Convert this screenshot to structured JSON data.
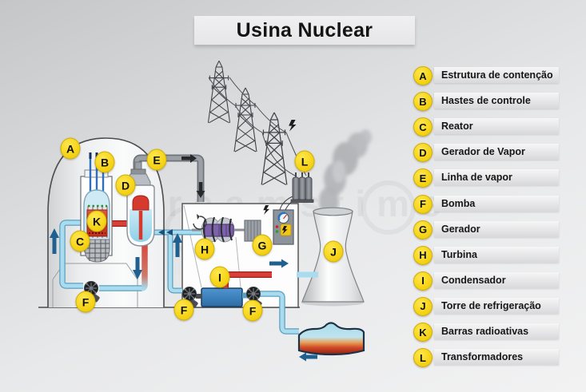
{
  "title": "Usina Nuclear",
  "watermark": "dreamstime",
  "colors": {
    "badge_yellow": "#f6d51a",
    "hot_pipe_red": "#d84038",
    "cold_pipe_blue": "#a8d8ec",
    "steam_pipe_gray": "#9aa0a6",
    "condenser_blue": "#3f87c9",
    "turbine_purple": "#7e61ab",
    "arrow_blue": "#1f6090"
  },
  "legend": {
    "items": [
      {
        "letter": "A",
        "label": "Estrutura de contenção"
      },
      {
        "letter": "B",
        "label": "Hastes de controle"
      },
      {
        "letter": "C",
        "label": "Reator"
      },
      {
        "letter": "D",
        "label": "Gerador de Vapor"
      },
      {
        "letter": "E",
        "label": "Linha de vapor"
      },
      {
        "letter": "F",
        "label": "Bomba"
      },
      {
        "letter": "G",
        "label": "Gerador"
      },
      {
        "letter": "H",
        "label": "Turbina"
      },
      {
        "letter": "I",
        "label": "Condensador"
      },
      {
        "letter": "J",
        "label": "Torre de refrigeração"
      },
      {
        "letter": "K",
        "label": "Barras radioativas"
      },
      {
        "letter": "L",
        "label": "Transformadores"
      }
    ]
  },
  "diagram": {
    "badges": [
      {
        "letter": "A",
        "ref": "containment-structure"
      },
      {
        "letter": "B",
        "ref": "control-rods"
      },
      {
        "letter": "C",
        "ref": "reactor"
      },
      {
        "letter": "D",
        "ref": "steam-generator"
      },
      {
        "letter": "E",
        "ref": "steam-line"
      },
      {
        "letter": "K",
        "ref": "radioactive-rods"
      },
      {
        "letter": "F",
        "ref": "primary-pump"
      },
      {
        "letter": "F",
        "ref": "condensate-pump"
      },
      {
        "letter": "F",
        "ref": "cooling-pump"
      },
      {
        "letter": "H",
        "ref": "turbine"
      },
      {
        "letter": "G",
        "ref": "generator"
      },
      {
        "letter": "I",
        "ref": "condenser"
      },
      {
        "letter": "J",
        "ref": "cooling-tower"
      },
      {
        "letter": "L",
        "ref": "transformers"
      }
    ]
  }
}
